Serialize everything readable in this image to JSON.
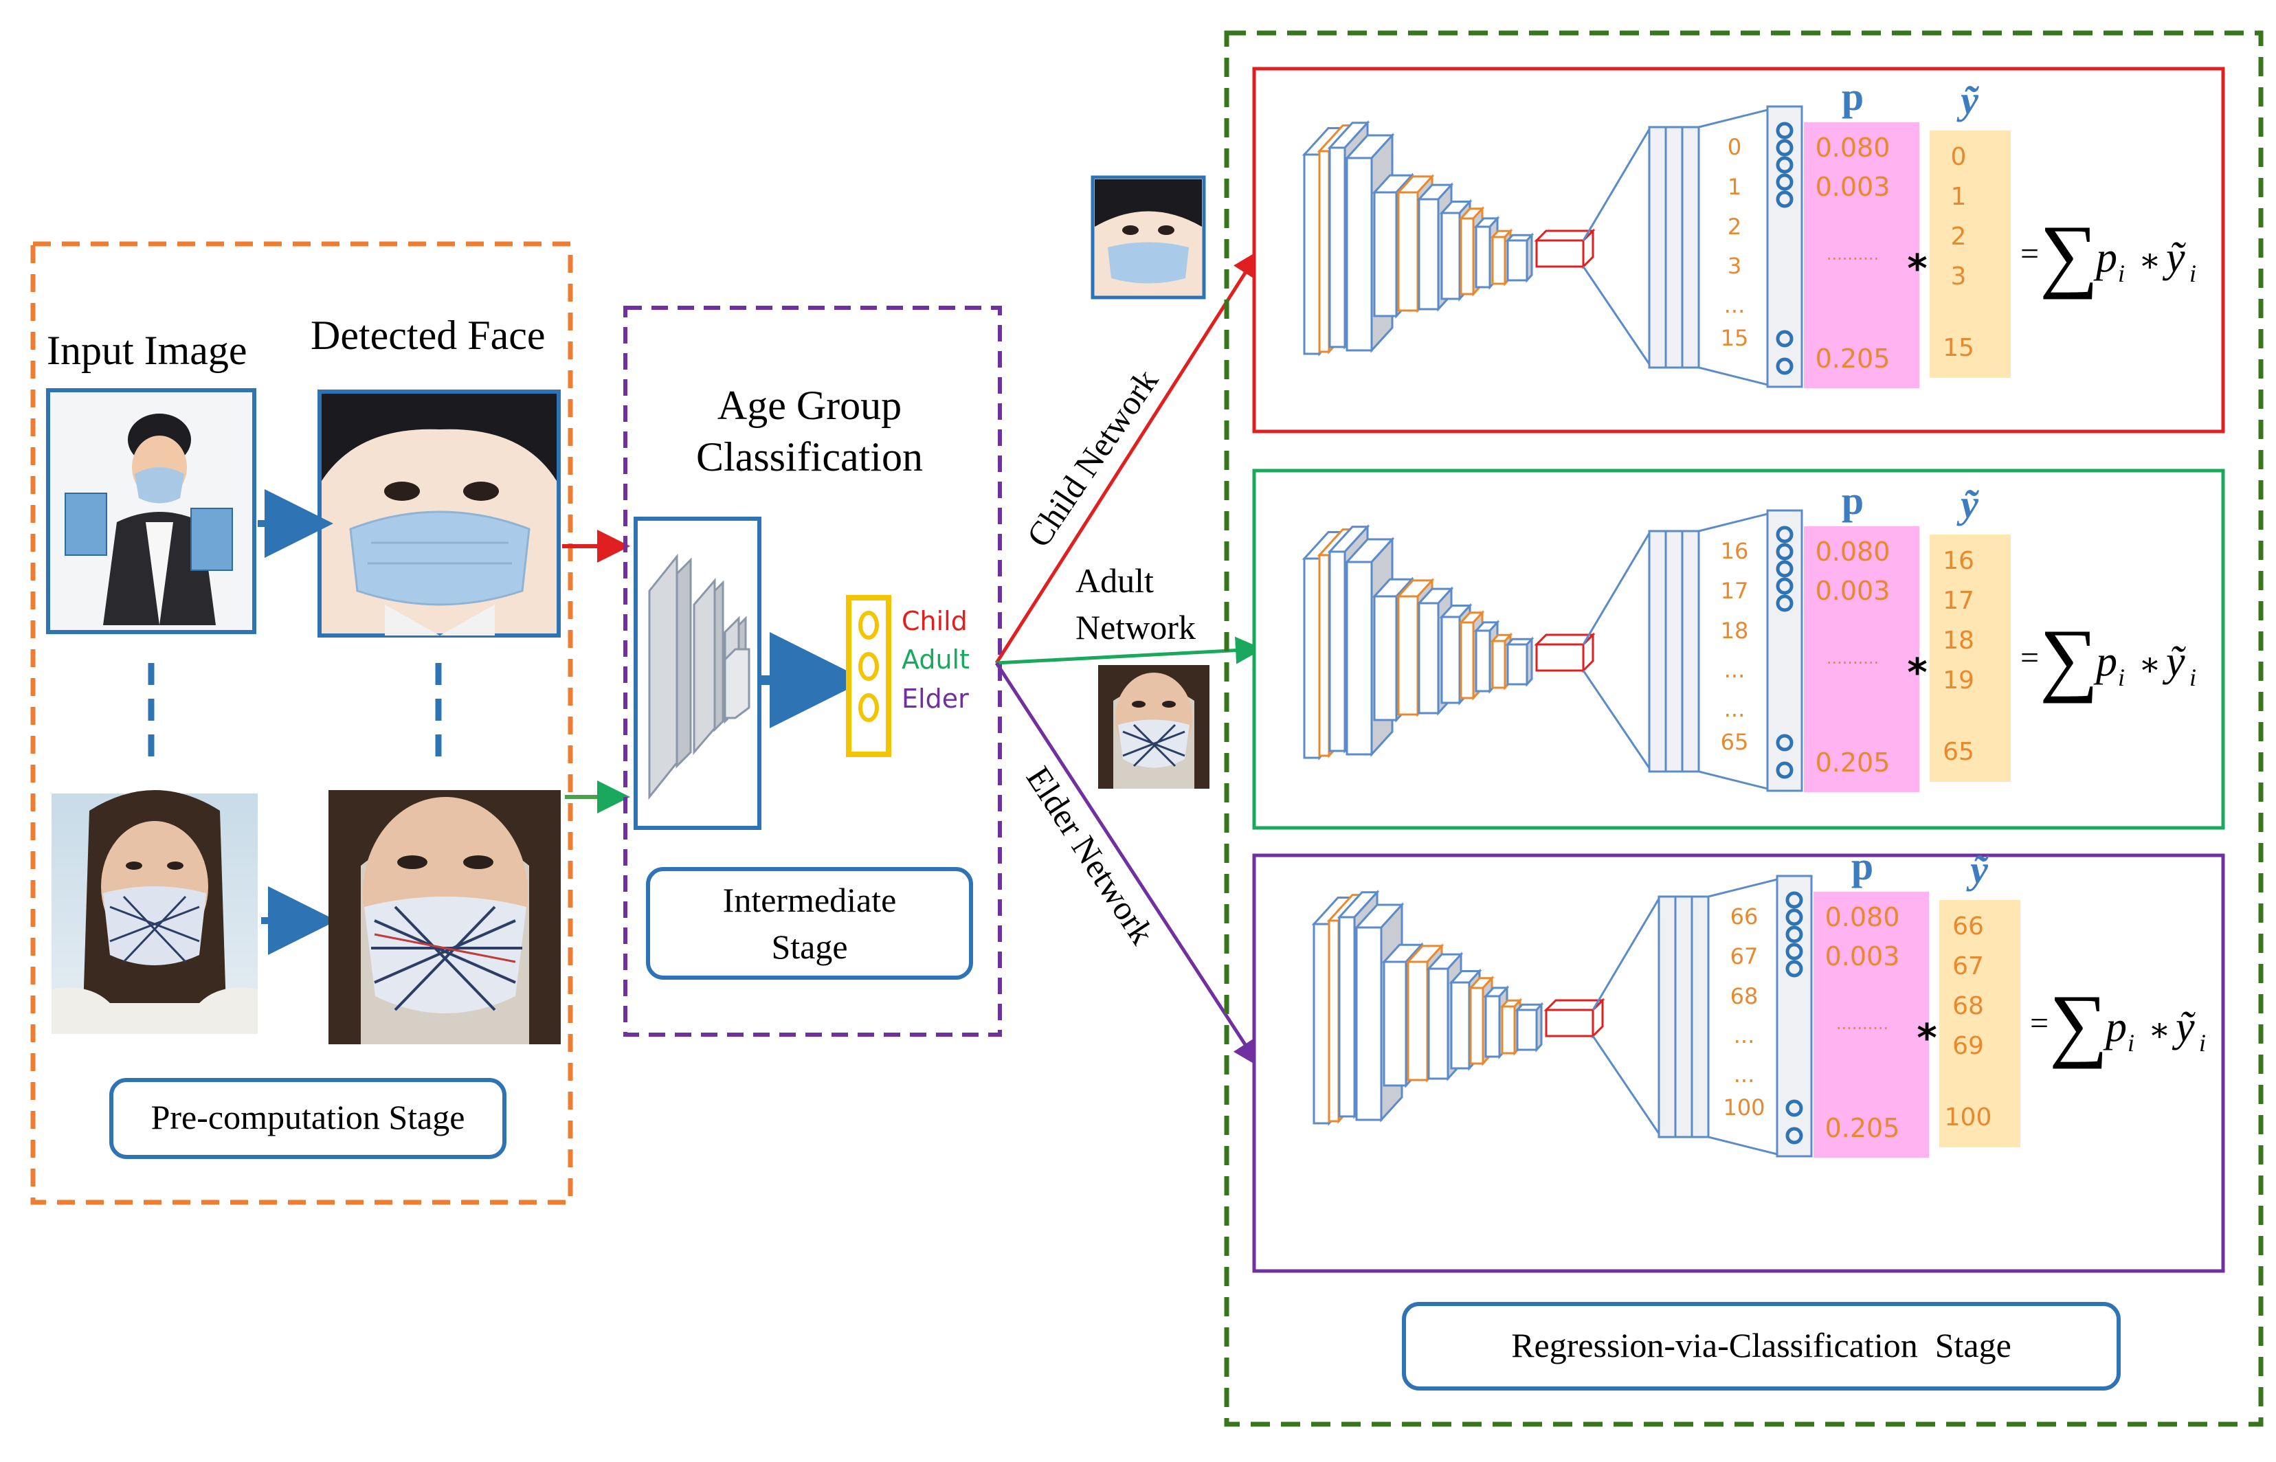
{
  "colors": {
    "precomp_border": "#ED7D31",
    "inter_border": "#7030A0",
    "regression_border": "#38761D",
    "child": "#E02020",
    "adult": "#1AA85C",
    "elder": "#7030A0",
    "stage_box": "#2E74B5",
    "photo_border": "#2E74B5",
    "prob_fill": "#FFB3F0",
    "label_fill": "#FFE6B3",
    "age_text": "#E8892E",
    "p_text": "#3E7CC0",
    "softmax_box": "#F2C500"
  },
  "precomputation": {
    "input_label": "Input Image",
    "detected_label": "Detected Face",
    "stage_label": "Pre-computation Stage",
    "images": [
      "child-photo-icon",
      "child-face-icon",
      "adult-photo-icon",
      "adult-face-icon"
    ]
  },
  "intermediate": {
    "title_line1": "Age Group",
    "title_line2": "Classification",
    "stage_line1": "Intermediate",
    "stage_line2": "Stage",
    "classes": [
      "Child",
      "Adult",
      "Elder"
    ]
  },
  "branches": {
    "child": "Child Network",
    "adult_line1": "Adult",
    "adult_line2": "Network",
    "elder": "Elder Network"
  },
  "regression": {
    "stage_label": "Regression-via-Classification  Stage",
    "p_header": "p",
    "y_header": "ỹ",
    "mult_symbol": "*",
    "formula": {
      "lhs": "=",
      "sum": "∑",
      "p": "p",
      "sub": "i",
      "times": "∗",
      "y": "ỹ"
    },
    "networks": [
      {
        "name": "child",
        "ages": [
          "0",
          "1",
          "2",
          "3",
          "...",
          "15"
        ],
        "probs": [
          "0.080",
          "0.003",
          "..........",
          "0.205"
        ],
        "labels": [
          "0",
          "1",
          "2",
          "3",
          "15"
        ]
      },
      {
        "name": "adult",
        "ages": [
          "16",
          "17",
          "18",
          "...",
          "...",
          "65"
        ],
        "probs": [
          "0.080",
          "0.003",
          "..........",
          "0.205"
        ],
        "labels": [
          "16",
          "17",
          "18",
          "19",
          "65"
        ]
      },
      {
        "name": "elder",
        "ages": [
          "66",
          "67",
          "68",
          "...",
          "...",
          "100"
        ],
        "probs": [
          "0.080",
          "0.003",
          "..........",
          "0.205"
        ],
        "labels": [
          "66",
          "67",
          "68",
          "69",
          "100"
        ]
      }
    ]
  }
}
